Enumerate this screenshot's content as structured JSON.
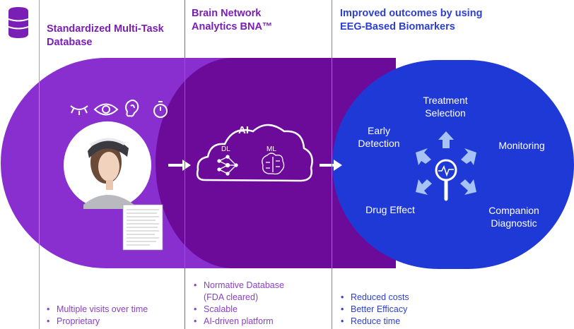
{
  "colors": {
    "purple_light": "#8a2fcf",
    "purple_dark": "#6c0b9a",
    "purple_mid": "#5b1090",
    "blue": "#1f39d6",
    "title_purple": "#7a1fb5",
    "title_blue": "#2d3fd0",
    "bullet_purple": "#8a3fc9",
    "bullet_blue": "#2d3fd0"
  },
  "columns": [
    {
      "title": "Standardized Multi-Task\nDatabase"
    },
    {
      "title": "Brain Network\nAnalytics BNA™"
    },
    {
      "title": "Improved outcomes by using\nEEG-Based Biomarkers"
    }
  ],
  "icons": [
    "database-icon",
    "eye-closed-icon",
    "eye-open-icon",
    "ear-icon",
    "stopwatch-icon",
    "search-pulse-icon"
  ],
  "cloud": {
    "title": "AI",
    "dl": "DL",
    "ml": "ML"
  },
  "outcomes": {
    "treatment": "Treatment\nSelection",
    "early": "Early\nDetection",
    "monitoring": "Monitoring",
    "drug": "Drug Effect",
    "companion": "Companion\nDiagnostic"
  },
  "bullets": {
    "database": [
      "Multiple visits over time",
      "Proprietary"
    ],
    "bna": [
      "Normative Database\n(FDA cleared)",
      "Scalable",
      "AI-driven platform"
    ],
    "outcomes": [
      "Reduced costs",
      "Better Efficacy",
      "Reduce time"
    ]
  }
}
